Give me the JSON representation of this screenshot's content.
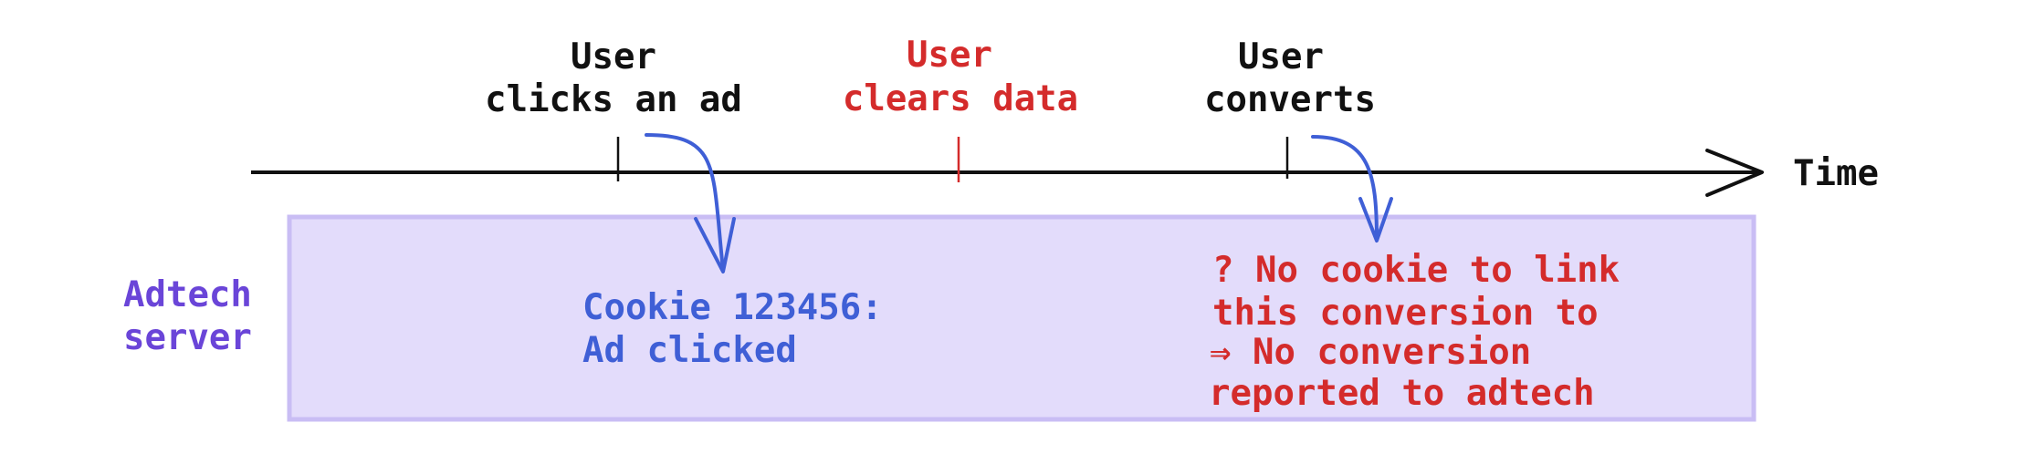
{
  "timeline": {
    "axis_label": "Time",
    "events": [
      {
        "id": "click",
        "lines": [
          "User",
          "clicks an ad"
        ]
      },
      {
        "id": "clear",
        "lines": [
          "User",
          "clears data"
        ]
      },
      {
        "id": "convert",
        "lines": [
          "User",
          "converts"
        ]
      }
    ]
  },
  "server": {
    "label_lines": [
      "Adtech",
      "server"
    ],
    "click_record_lines": [
      "Cookie 123456:",
      "Ad clicked"
    ],
    "conversion_note_lines": [
      "? No cookie to link",
      "this conversion to",
      "⇒ No conversion",
      "reported to adtech"
    ]
  },
  "colors": {
    "ink": "#111111",
    "cleared": "#d42b2b",
    "arrow": "#3f5fd6",
    "record_text": "#3f5fd6",
    "server_label": "#6a45d8",
    "server_fill": "#e3dcfb",
    "server_border": "#c9bdf4"
  }
}
